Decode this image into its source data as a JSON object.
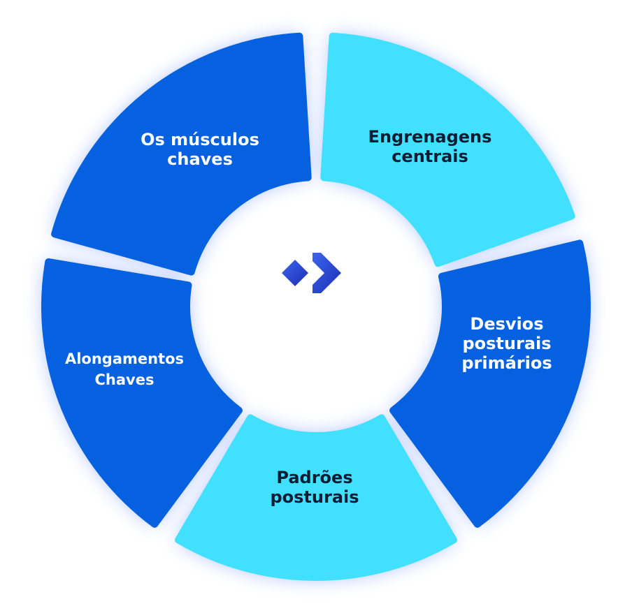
{
  "colors": {
    "dark_blue": "#0561E0",
    "light_blue": "#42E0FF",
    "glow": "#4F7BFF",
    "dark_text": "#FFFFFF",
    "light_text": "#0E1D33"
  },
  "center_logo": {
    "icon": "arrow-chevron-logo-icon",
    "text": "",
    "subtitle": ""
  },
  "segments": [
    {
      "id": "top-left",
      "lines": [
        "Os músculos",
        "chaves"
      ],
      "tone": "dark"
    },
    {
      "id": "top-right",
      "lines": [
        "Engrenagens",
        "centrais"
      ],
      "tone": "light"
    },
    {
      "id": "right",
      "lines": [
        "Desvios",
        "posturais",
        "primários"
      ],
      "tone": "dark"
    },
    {
      "id": "bottom",
      "lines": [
        "Padrões",
        "posturais"
      ],
      "tone": "light"
    },
    {
      "id": "left",
      "lines": [
        "Alongamentos",
        "Chaves"
      ],
      "tone": "dark"
    }
  ]
}
